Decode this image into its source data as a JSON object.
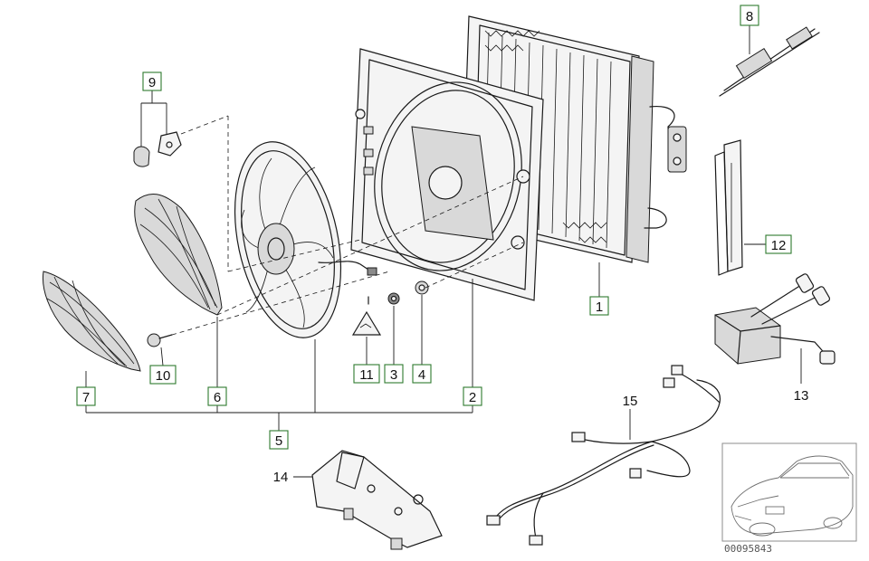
{
  "callouts": {
    "c1": "1",
    "c2": "2",
    "c3": "3",
    "c4": "4",
    "c5": "5",
    "c6": "6",
    "c7": "7",
    "c8": "8",
    "c9": "9",
    "c10": "10",
    "c11": "11",
    "c12": "12",
    "c13": "13",
    "c14": "14",
    "c15": "15"
  },
  "inset": {
    "reference_number": "00095843"
  },
  "colors": {
    "callout_border": "#2f7a2f",
    "line": "#1a1a1a"
  }
}
